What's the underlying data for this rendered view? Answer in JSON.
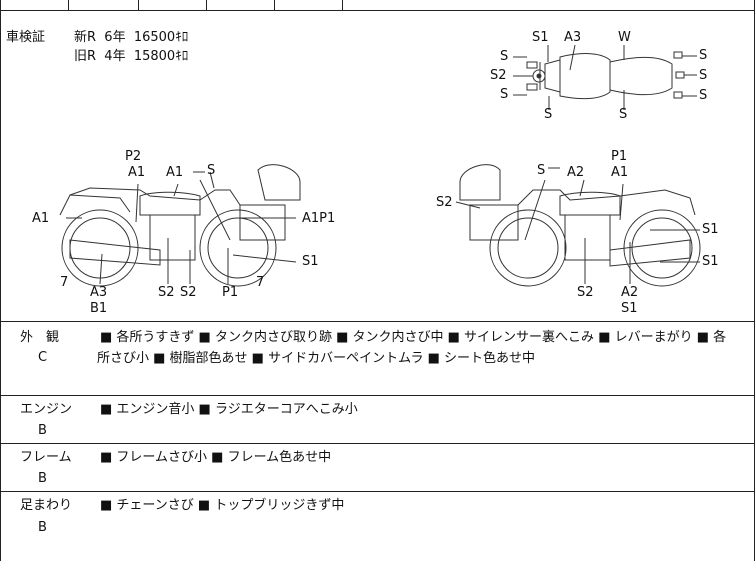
{
  "inspection": {
    "title": "車検証",
    "new_line": "新R  6年  16500ｷﾛ",
    "old_line": "旧R  4年  15800ｷﾛ"
  },
  "top_view_labels": {
    "s1": "S1",
    "a3": "A3",
    "w": "W",
    "l1": "S",
    "l2": "S2",
    "l3": "S",
    "bottom_left": "S",
    "bottom_mid": "S",
    "r1": "S",
    "r2": "S",
    "r3": "S"
  },
  "left_view_labels": {
    "p2": "P2",
    "a1_top": "A1",
    "a1_top2": "A1",
    "s_top": "S",
    "a1_left": "A1",
    "a1p1": "A1P1",
    "s1": "S1",
    "seven_left": "7",
    "seven_right": "7",
    "a3": "A3",
    "b1": "B1",
    "s2a": "S2",
    "s2b": "S2",
    "p1": "P1"
  },
  "right_view_labels": {
    "s_top": "S",
    "a2_top": "A2",
    "p1": "P1",
    "a1": "A1",
    "s2_left": "S2",
    "s1a": "S1",
    "s1b": "S1",
    "s2_bottom": "S2",
    "a2_bottom": "A2",
    "s1_bottom": "S1"
  },
  "rows": [
    {
      "label": "外　観",
      "grade": "C",
      "text_line1": "■ 各所うすきず ■ タンク内さび取り跡 ■ タンク内さび中 ■ サイレンサー裏へこみ ■ レバーまがり ■ 各",
      "text_line2": "所さび小 ■ 樹脂部色あせ ■ サイドカバーペイントムラ ■ シート色あせ中"
    },
    {
      "label": "エンジン",
      "grade": "B",
      "text_line1": "■ エンジン音小 ■ ラジエターコアへこみ小"
    },
    {
      "label": "フレーム",
      "grade": "B",
      "text_line1": "■ フレームさび小 ■ フレーム色あせ中"
    },
    {
      "label": "足まわり",
      "grade": "B",
      "text_line1": "■ チェーンさび ■ トップブリッジきず中"
    }
  ]
}
